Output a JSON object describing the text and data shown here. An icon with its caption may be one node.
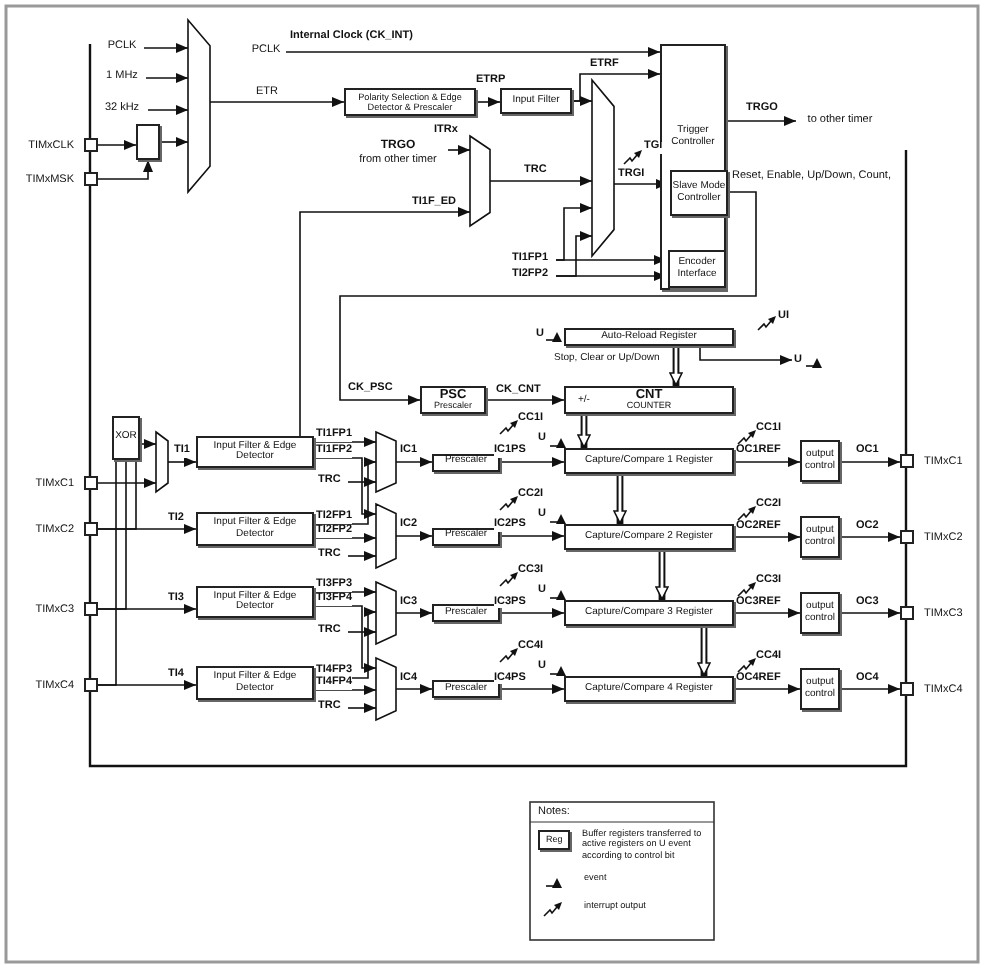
{
  "diagram": {
    "nodes": [
      {
        "text": [
          "PCLK"
        ]
      },
      {
        "text": [
          "1 MHz"
        ]
      },
      {
        "text": [
          "32 kHz"
        ]
      },
      {
        "text": [],
        "shape": "box",
        "beside": [
          "TIMxCLK"
        ]
      },
      {
        "text": [],
        "shape": "box",
        "beside": [
          "TIMxMSK"
        ]
      },
      {
        "text": [],
        "shape": "box"
      },
      {
        "text": [],
        "shape": "trapezoid"
      },
      {
        "text": [
          "Polarity Selection & Edge Detector & Prescaler"
        ]
      },
      {
        "text": [
          "Input Filter"
        ]
      },
      {
        "text": [],
        "shape": "trapezoid"
      },
      {
        "text": [
          "TRGO",
          "from other timer"
        ]
      },
      {
        "text": [],
        "shape": "trapezoid"
      },
      {
        "text": [
          "Trigger Controller"
        ]
      },
      {
        "text": [
          "Slave Mode Controller"
        ],
        "in": 12
      },
      {
        "text": [
          "Encoder Interface"
        ],
        "in": 12
      },
      {
        "text": [
          "TI1FP1"
        ]
      },
      {
        "text": [
          "TI2FP2"
        ]
      },
      {
        "text": [
          "PSC",
          "Prescaler"
        ]
      },
      {
        "text": [
          "Auto-Reload Register"
        ]
      },
      {
        "text": [
          "+/-",
          "CNT",
          "COUNTER"
        ]
      },
      {
        "text": [
          "XOR"
        ]
      },
      {
        "text": [],
        "shape": "trapezoid"
      },
      {
        "text": [
          "Input Filter & Edge Detector"
        ]
      },
      {
        "text": [],
        "shape": "trapezoid"
      },
      {
        "text": [
          "Prescaler"
        ]
      },
      {
        "text": [
          "Capture/Compare 1 Register"
        ]
      },
      {
        "text": [
          "output control"
        ]
      },
      {
        "text": [
          "Input Filter & Edge Detector"
        ]
      },
      {
        "text": [],
        "shape": "trapezoid"
      },
      {
        "text": [
          "Prescaler"
        ]
      },
      {
        "text": [
          "Capture/Compare 2 Register"
        ]
      },
      {
        "text": [
          "output control"
        ]
      },
      {
        "text": [
          "Input Filter & Edge Detector"
        ]
      },
      {
        "text": [],
        "shape": "trapezoid"
      },
      {
        "text": [
          "Prescaler"
        ]
      },
      {
        "text": [
          "Capture/Compare 3 Register"
        ]
      },
      {
        "text": [
          "output control"
        ]
      },
      {
        "text": [
          "Input Filter & Edge Detector"
        ]
      },
      {
        "text": [],
        "shape": "trapezoid"
      },
      {
        "text": [
          "Prescaler"
        ]
      },
      {
        "text": [
          "Capture/Compare 4 Register"
        ]
      },
      {
        "text": [
          "output control"
        ]
      },
      {
        "text": [],
        "shape": "box",
        "beside": [
          "TIMxC1"
        ]
      },
      {
        "text": [],
        "shape": "box",
        "beside": [
          "TIMxC2"
        ]
      },
      {
        "text": [],
        "shape": "box",
        "beside": [
          "TIMxC3"
        ]
      },
      {
        "text": [],
        "shape": "box",
        "beside": [
          "TIMxC4"
        ]
      },
      {
        "text": [],
        "shape": "box",
        "beside": [
          "TIMxC1"
        ]
      },
      {
        "text": [],
        "shape": "box",
        "beside": [
          "TIMxC2"
        ]
      },
      {
        "text": [],
        "shape": "box",
        "beside": [
          "TIMxC3"
        ]
      },
      {
        "text": [],
        "shape": "box",
        "beside": [
          "TIMxC4"
        ]
      },
      {
        "text": [
          "PCLK"
        ]
      },
      {
        "text": [
          "to other timer"
        ]
      },
      {
        "text": [
          "U"
        ]
      }
    ],
    "edges": [
      {
        "from": 0,
        "to": 6,
        "arrow": "to"
      },
      {
        "from": 1,
        "to": 6,
        "arrow": "to"
      },
      {
        "from": 2,
        "to": 6,
        "arrow": "to"
      },
      {
        "from": 3,
        "to": 5,
        "arrow": "to"
      },
      {
        "from": 4,
        "to": 5,
        "arrow": "to"
      },
      {
        "from": 5,
        "to": 6,
        "arrow": "to"
      },
      {
        "from": 6,
        "to": 7,
        "arrow": "to",
        "label": "ETR"
      },
      {
        "from": 50,
        "to": 12,
        "arrow": "to",
        "label": "Internal Clock (CK_INT)"
      },
      {
        "from": 7,
        "to": 8,
        "arrow": "to",
        "label": "ETRP"
      },
      {
        "from": 8,
        "to": 11,
        "arrow": "to"
      },
      {
        "from": 8,
        "to": 12,
        "arrow": "to",
        "label": "ETRF"
      },
      {
        "from": 10,
        "to": 9,
        "arrow": "to",
        "label": "ITRx"
      },
      {
        "from": 22,
        "to": 9,
        "arrow": "to",
        "label": "TI1F_ED"
      },
      {
        "from": 9,
        "to": 11,
        "arrow": "to",
        "label": "TRC"
      },
      {
        "from": 15,
        "to": 11,
        "arrow": "to"
      },
      {
        "from": 16,
        "to": 11,
        "arrow": "to"
      },
      {
        "from": 15,
        "to": 14,
        "arrow": "to"
      },
      {
        "from": 16,
        "to": 14,
        "arrow": "to"
      },
      {
        "from": 11,
        "to": 13,
        "arrow": "to",
        "label": "TRGI"
      },
      {
        "from": 12,
        "to": 51,
        "arrow": "to",
        "label": "TRGO"
      },
      {
        "from": 13,
        "to": 17,
        "arrow": "to",
        "label": "CK_PSC"
      },
      {
        "from": 17,
        "to": 19,
        "arrow": "to",
        "label": "CK_CNT"
      },
      {
        "from": 18,
        "to": 19,
        "arrow": "to",
        "style": "thick"
      },
      {
        "from": 18,
        "to": 52,
        "arrow": "to"
      },
      {
        "from": 19,
        "to": 25,
        "arrow": "to",
        "style": "thick"
      },
      {
        "from": 25,
        "to": 30,
        "arrow": "to",
        "style": "thick"
      },
      {
        "from": 30,
        "to": 35,
        "arrow": "to",
        "style": "thick"
      },
      {
        "from": 35,
        "to": 40,
        "arrow": "to",
        "style": "thick"
      },
      {
        "from": 42,
        "to": 21,
        "arrow": "to"
      },
      {
        "from": 20,
        "to": 21,
        "arrow": "to"
      },
      {
        "from": 43,
        "to": 20,
        "arrow": "none"
      },
      {
        "from": 44,
        "to": 20,
        "arrow": "none"
      },
      {
        "from": 45,
        "to": 20,
        "arrow": "none"
      },
      {
        "from": 21,
        "to": 22,
        "arrow": "to",
        "label": "TI1"
      },
      {
        "from": 43,
        "to": 27,
        "arrow": "to",
        "label": "TI2"
      },
      {
        "from": 44,
        "to": 32,
        "arrow": "to",
        "label": "TI3"
      },
      {
        "from": 45,
        "to": 37,
        "arrow": "to",
        "label": "TI4"
      },
      {
        "from": 22,
        "to": 23,
        "arrow": "to",
        "label": "TI1FP1"
      },
      {
        "from": 22,
        "to": 28,
        "arrow": "to",
        "label": "TI1FP2"
      },
      {
        "from": 27,
        "to": 23,
        "arrow": "to",
        "label": "TI2FP1"
      },
      {
        "from": 27,
        "to": 28,
        "arrow": "to",
        "label": "TI2FP2"
      },
      {
        "from": null,
        "to": 23,
        "arrow": "to",
        "label": "TRC"
      },
      {
        "from": null,
        "to": 28,
        "arrow": "to",
        "label": "TRC"
      },
      {
        "from": 32,
        "to": 33,
        "arrow": "to",
        "label": "TI3FP3"
      },
      {
        "from": 32,
        "to": 38,
        "arrow": "to",
        "label": "TI3FP4"
      },
      {
        "from": 37,
        "to": 33,
        "arrow": "to",
        "label": "TI4FP3"
      },
      {
        "from": 37,
        "to": 38,
        "arrow": "to",
        "label": "TI4FP4"
      },
      {
        "from": null,
        "to": 33,
        "arrow": "to",
        "label": "TRC"
      },
      {
        "from": null,
        "to": 38,
        "arrow": "to",
        "label": "TRC"
      },
      {
        "from": 23,
        "to": 24,
        "arrow": "to",
        "label": "IC1"
      },
      {
        "from": 28,
        "to": 29,
        "arrow": "to",
        "label": "IC2"
      },
      {
        "from": 33,
        "to": 34,
        "arrow": "to",
        "label": "IC3"
      },
      {
        "from": 38,
        "to": 39,
        "arrow": "to",
        "label": "IC4"
      },
      {
        "from": 24,
        "to": 25,
        "arrow": "to",
        "label": "IC1PS"
      },
      {
        "from": 29,
        "to": 30,
        "arrow": "to",
        "label": "IC2PS"
      },
      {
        "from": 34,
        "to": 35,
        "arrow": "to",
        "label": "IC3PS"
      },
      {
        "from": 39,
        "to": 40,
        "arrow": "to",
        "label": "IC4PS"
      },
      {
        "from": 25,
        "to": 26,
        "arrow": "to",
        "label": "OC1REF"
      },
      {
        "from": 30,
        "to": 31,
        "arrow": "to",
        "label": "OC2REF"
      },
      {
        "from": 35,
        "to": 36,
        "arrow": "to",
        "label": "OC3REF"
      },
      {
        "from": 40,
        "to": 41,
        "arrow": "to",
        "label": "OC4REF"
      },
      {
        "from": 26,
        "to": 46,
        "arrow": "to",
        "label": "OC1"
      },
      {
        "from": 31,
        "to": 47,
        "arrow": "to",
        "label": "OC2"
      },
      {
        "from": 36,
        "to": 48,
        "arrow": "to",
        "label": "OC3"
      },
      {
        "from": 41,
        "to": 49,
        "arrow": "to",
        "label": "OC4"
      }
    ],
    "labels": [
      "TGI",
      "Reset, Enable, Up/Down, Count,",
      "U",
      "UI",
      "Stop, Clear or Up/Down",
      "CC1I",
      "U",
      "CC1I",
      "CC2I",
      "U",
      "CC2I",
      "CC3I",
      "U",
      "CC3I",
      "CC4I",
      "U",
      "CC4I",
      "Notes:",
      "Reg"
    ],
    "legend": [
      {
        "text": "Buffer registers transferred to active registers on U event according to control bit"
      },
      {
        "text": "event"
      },
      {
        "text": "interrupt output"
      }
    ]
  }
}
